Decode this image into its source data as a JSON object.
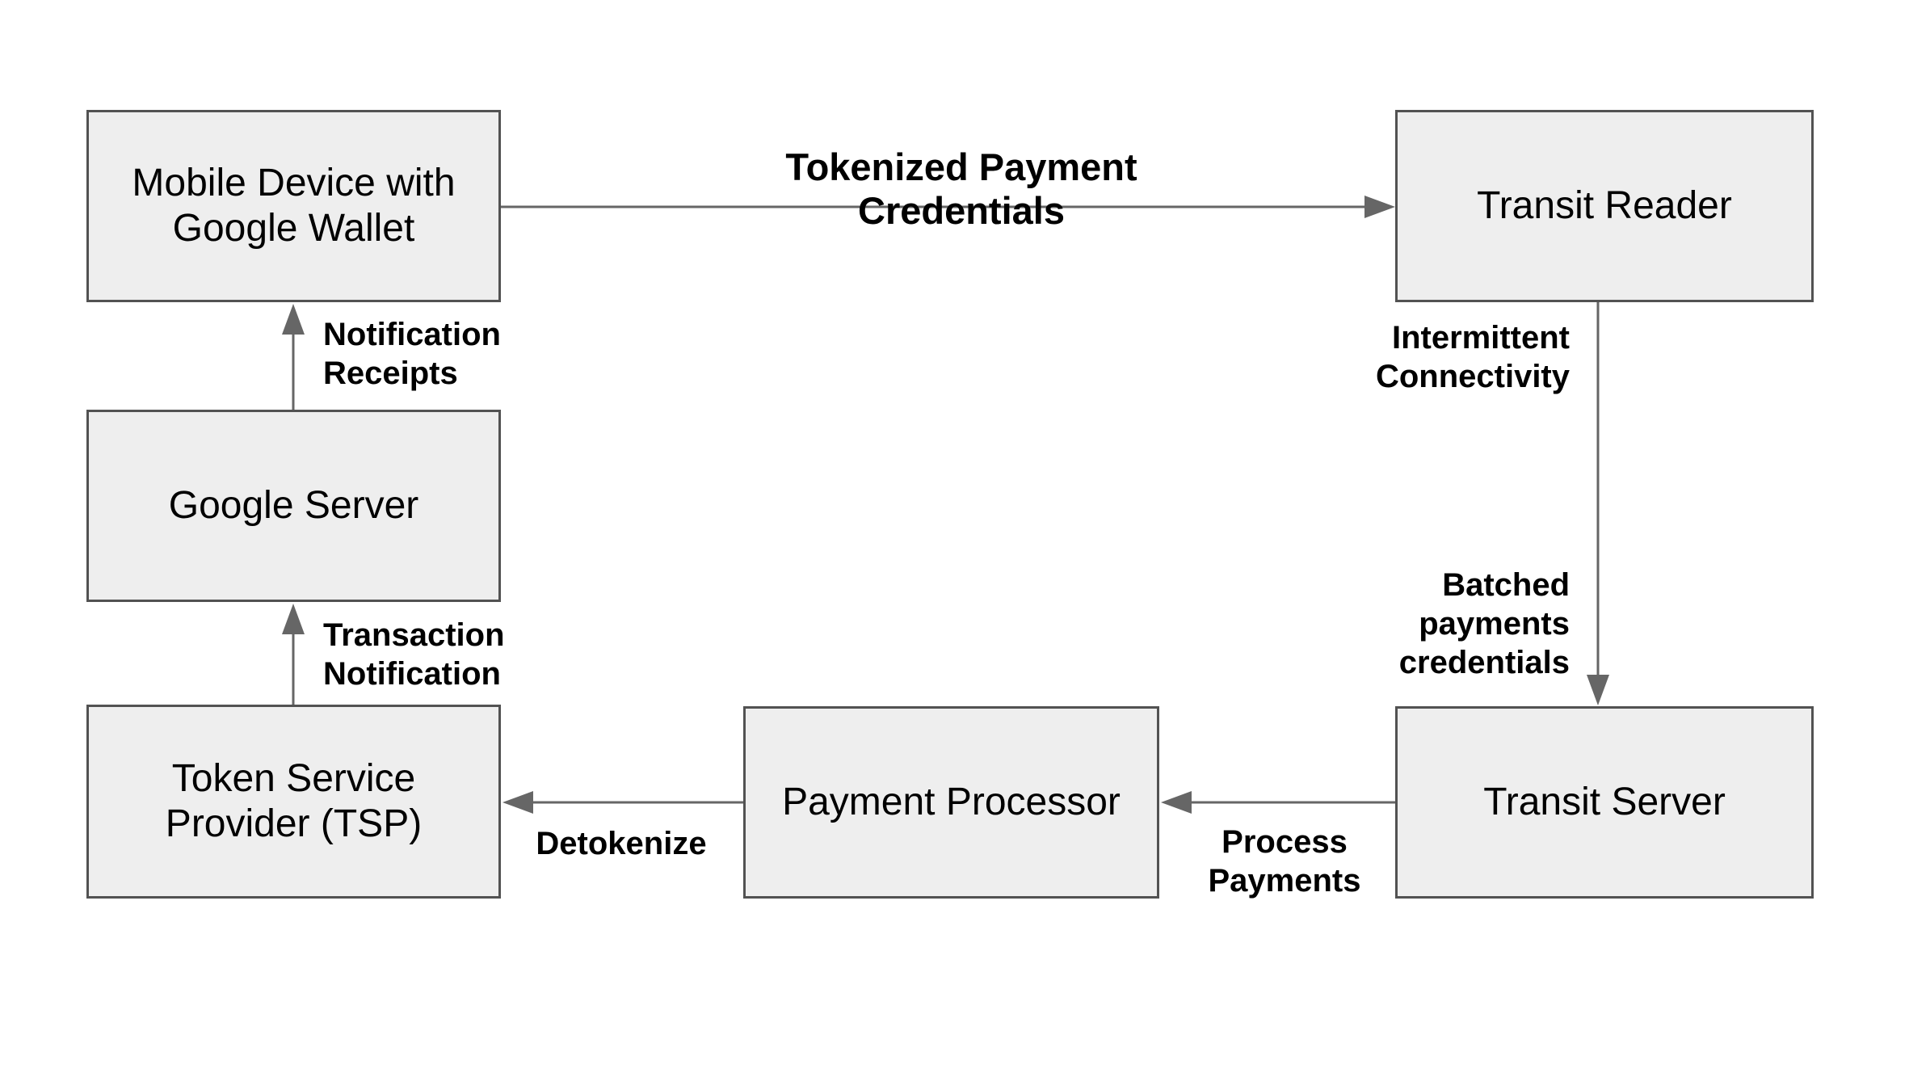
{
  "diagram": {
    "colors": {
      "background": "#ffffff",
      "box_fill": "#eeeeee",
      "box_border": "#525252",
      "arrow": "#666666",
      "box_text": "#000000",
      "label_text": "#000000"
    },
    "nodes": {
      "mobile_device": {
        "label": "Mobile Device with\nGoogle Wallet"
      },
      "transit_reader": {
        "label": "Transit Reader"
      },
      "google_server": {
        "label": "Google Server"
      },
      "tsp": {
        "label": "Token Service\nProvider (TSP)"
      },
      "payment_processor": {
        "label": "Payment Processor"
      },
      "transit_server": {
        "label": "Transit Server"
      }
    },
    "edge_labels": {
      "tokenized": {
        "label": "Tokenized Payment Credentials"
      },
      "notification_receipts": {
        "label": "Notification\nReceipts"
      },
      "transaction_notification": {
        "label": "Transaction\nNotification"
      },
      "intermittent_connectivity": {
        "label": "Intermittent\nConnectivity"
      },
      "batched_payments": {
        "label": "Batched\npayments\ncredentials"
      },
      "process_payments": {
        "label": "Process\nPayments"
      },
      "detokenize": {
        "label": "Detokenize"
      }
    }
  }
}
